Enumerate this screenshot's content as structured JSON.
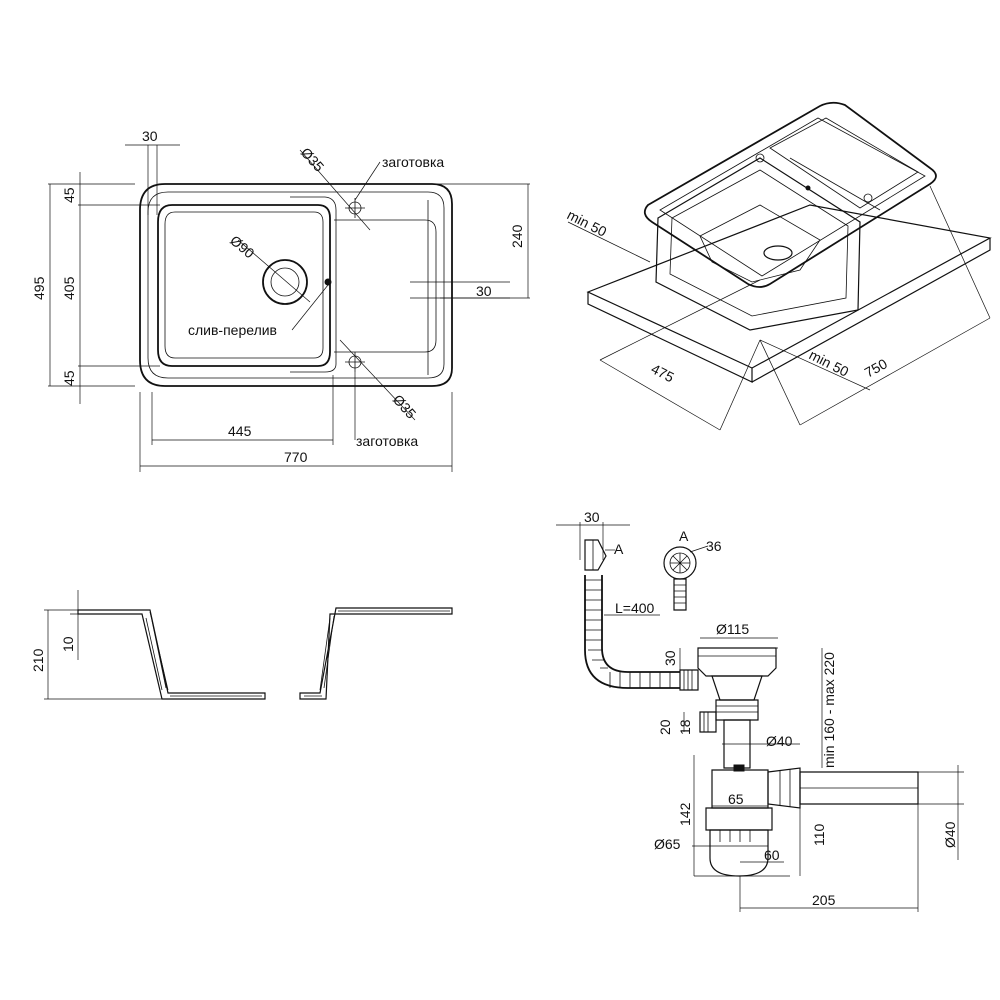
{
  "views": {
    "top": {
      "dimensions": {
        "overall_width": "770",
        "bowl_width": "445",
        "overall_depth": "495",
        "bowl_depth": "405",
        "top_margin": "45",
        "bottom_margin": "45",
        "left_offset": "30",
        "right_offset": "30",
        "drainer_height": "240"
      },
      "labels": {
        "drain": "Ø90",
        "hole_top": "Ø35",
        "hole_bottom": "Ø35",
        "blank_top": "заготовка",
        "blank_bottom": "заготовка",
        "overflow": "слив-перелив"
      }
    },
    "iso": {
      "dimensions": {
        "min_left": "min 50",
        "min_right": "min 50",
        "depth": "475",
        "width": "750"
      }
    },
    "section": {
      "dimensions": {
        "depth": "210",
        "rim": "10"
      }
    },
    "siphon": {
      "dimensions": {
        "top_offset": "30",
        "hose_length": "L=400",
        "detail_size": "36",
        "flange": "Ø115",
        "height": "30",
        "overflow_range": "min 160 - max 220",
        "outlet_a": "20",
        "outlet_b": "18",
        "pipe": "Ø40",
        "trap_width": "65",
        "trap_height": "142",
        "trap_outlet": "110",
        "trap_diameter": "Ø65",
        "trap_offset": "60",
        "outlet_diameter": "Ø40",
        "total_length": "205"
      },
      "labels": {
        "detail_a": "A",
        "detail_a_ref": "A"
      }
    }
  }
}
